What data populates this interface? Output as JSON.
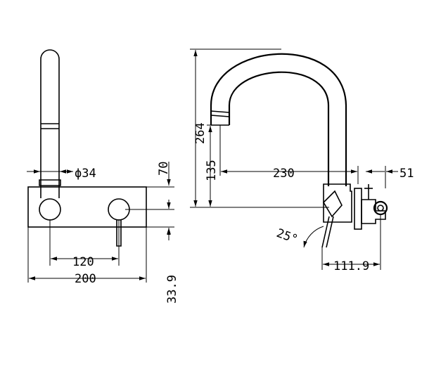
{
  "dimensions": {
    "pipe_diameter": "ϕ34",
    "plate_height": "70",
    "handle_spacing": "120",
    "plate_width": "200",
    "handle_offset": "33.9",
    "total_height": "264",
    "outlet_height": "135",
    "spout_reach": "230",
    "wall_projection": "51",
    "handle_angle": "25°",
    "body_depth": "111.9"
  }
}
